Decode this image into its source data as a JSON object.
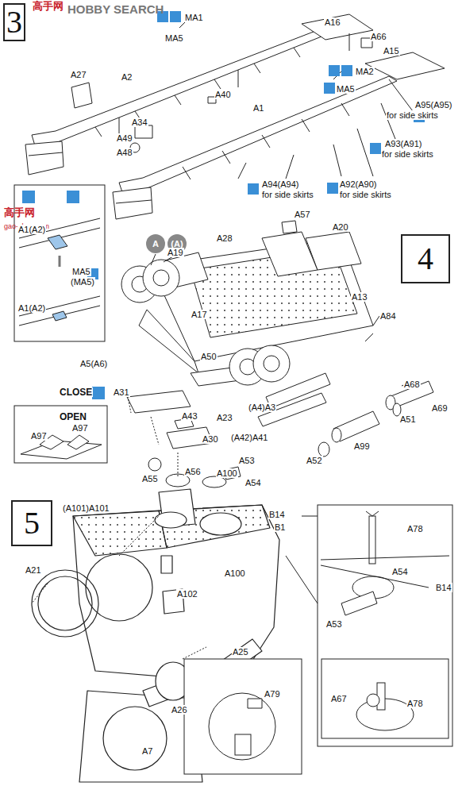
{
  "diagram": {
    "nodes": [
      {
        "text": [
          "3"
        ]
      },
      {
        "text": [
          "4"
        ]
      },
      {
        "text": [
          "5"
        ]
      }
    ],
    "labels": [
      "高手网",
      "HOBBY SEARCH",
      "MA1",
      "A16",
      "MA5",
      "A66",
      "A15",
      "A27",
      "A2",
      "MA2",
      "MA5",
      "A40",
      "A1",
      "A95(A95)",
      "for side skirts",
      "A34",
      "A49",
      "A48",
      "A93(A91)",
      "for side skirts",
      "A92(A90)",
      "for side skirts",
      "A94(A94)",
      "for side skirts",
      "高手网",
      "gao-shop.com",
      "A1(A2)",
      "MA5",
      "(MA5)",
      "A1(A2)",
      "A",
      "(A)",
      "A57",
      "A28",
      "A20",
      "A19",
      "A13",
      "A17",
      "A84",
      "A5(A6)",
      "A50",
      "A68",
      "A23",
      "(A4)A3",
      "A69",
      "A51",
      "(A42)A41",
      "A99",
      "A52",
      "CLOSE",
      "A31",
      "OPEN",
      "A97",
      "A97",
      "A43",
      "A30",
      "A55",
      "A56",
      "A53",
      "A100",
      "A54",
      "(A101)A101",
      "B14",
      "B1",
      "A21",
      "A102",
      "A100",
      "A25",
      "A26",
      "A7",
      "A78",
      "A54",
      "B14",
      "A53",
      "A67",
      "A78",
      "A79"
    ]
  }
}
